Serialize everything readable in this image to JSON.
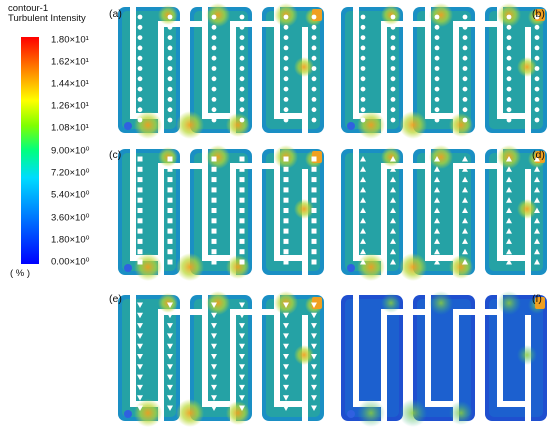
{
  "legend": {
    "title_line1": "contour-1",
    "title_line2": "Turbulent Intensity",
    "unit": "( % )",
    "ticks": [
      "1.80×10¹",
      "1.62×10¹",
      "1.44×10¹",
      "1.26×10¹",
      "1.08×10¹",
      "9.00×10⁰",
      "7.20×10⁰",
      "5.40×10⁰",
      "3.60×10⁰",
      "1.80×10⁰",
      "0.00×10⁰"
    ],
    "colors": [
      "#0000ff",
      "#0080ff",
      "#00dcff",
      "#00ff7f",
      "#7fff00",
      "#ffff00",
      "#ff8000",
      "#ff0000"
    ]
  },
  "panels": [
    {
      "label": "(a)",
      "obstacle": "circle"
    },
    {
      "label": "(b)",
      "obstacle": "circle"
    },
    {
      "label": "(c)",
      "obstacle": "square"
    },
    {
      "label": "(d)",
      "obstacle": "triangle-up"
    },
    {
      "label": "(e)",
      "obstacle": "triangle-down"
    },
    {
      "label": "(f)",
      "obstacle": "none"
    }
  ],
  "colors": {
    "background_low": "#1a8fc4",
    "field_mid": "#2fb38c",
    "field_high": "#a6d63a",
    "hot": "#f0a020",
    "channel": "#ffffff"
  }
}
